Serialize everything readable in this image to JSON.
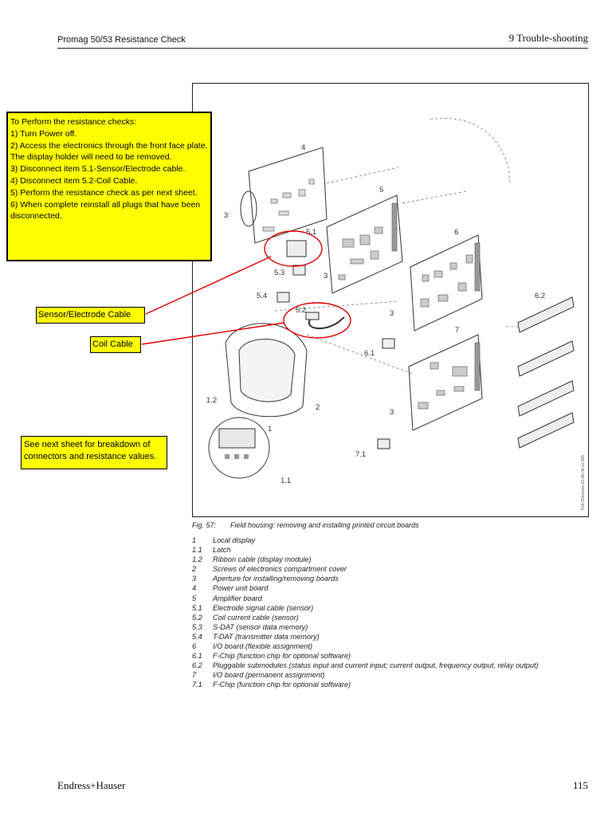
{
  "header": {
    "left": "Promag 50/53 Resistance Check",
    "right": "9 Trouble-shooting"
  },
  "instructions": {
    "lines": [
      "To Perform the resistance checks:",
      "1) Turn Power off.",
      "2) Access the electronics through the front face plate. The display holder will need to be removed.",
      "3) Disconnect item 5.1-Sensor/Electrode cable.",
      "4) Disconnect item 5.2-Coil Cable.",
      "5) Perform the resistance check as per next sheet.",
      "6) When complete reinstall all plugs that have been disconnected."
    ]
  },
  "labels": {
    "sensor_cable": "Sensor/Electrode Cable",
    "coil_cable": "Coil Cable",
    "note": "See next sheet for breakdown of connectors and resistance values."
  },
  "figure": {
    "callouts": [
      "4",
      "3",
      "5",
      "5.1",
      "5.3",
      "6",
      "5.4",
      "5.2",
      "3",
      "6.2",
      "7",
      "6.1",
      "1.2",
      "2",
      "3",
      "1",
      "7.1",
      "1.1",
      "3"
    ],
    "side_code": "F06-53xxxxxx-03-06-06-xx-001"
  },
  "caption": {
    "num": "Fig. 57:",
    "text": "Field housing: removing and installing printed circuit boards"
  },
  "legend": [
    {
      "n": "1",
      "t": "Local display"
    },
    {
      "n": "1.1",
      "t": "Latch"
    },
    {
      "n": "1.2",
      "t": "Ribbon cable (display module)"
    },
    {
      "n": "2",
      "t": "Screws of electronics compartment cover"
    },
    {
      "n": "3",
      "t": "Aperture for installing/removing boards"
    },
    {
      "n": "4",
      "t": "Power unit board"
    },
    {
      "n": "5",
      "t": "Amplifier board"
    },
    {
      "n": "5.1",
      "t": "Electrode signal cable (sensor)"
    },
    {
      "n": "5.2",
      "t": "Coil current cable (sensor)"
    },
    {
      "n": "5.3",
      "t": "S-DAT (sensor data memory)"
    },
    {
      "n": "5.4",
      "t": "T-DAT (transmitter data memory)"
    },
    {
      "n": "6",
      "t": "I/O board (flexible assignment)"
    },
    {
      "n": "6.1",
      "t": "F-Chip (function chip for optional software)"
    },
    {
      "n": "6.2",
      "t": "Pluggable submodules (status input and current input; current output, frequency output, relay output)"
    },
    {
      "n": "7",
      "t": "I/O board (permanent assignment)"
    },
    {
      "n": "7.1",
      "t": "F-Chip (function chip for optional software)"
    }
  ],
  "footer": {
    "left": "Endress+Hauser",
    "right": "115"
  },
  "colors": {
    "highlight": "#ffff00",
    "callout_line": "#e00000"
  }
}
